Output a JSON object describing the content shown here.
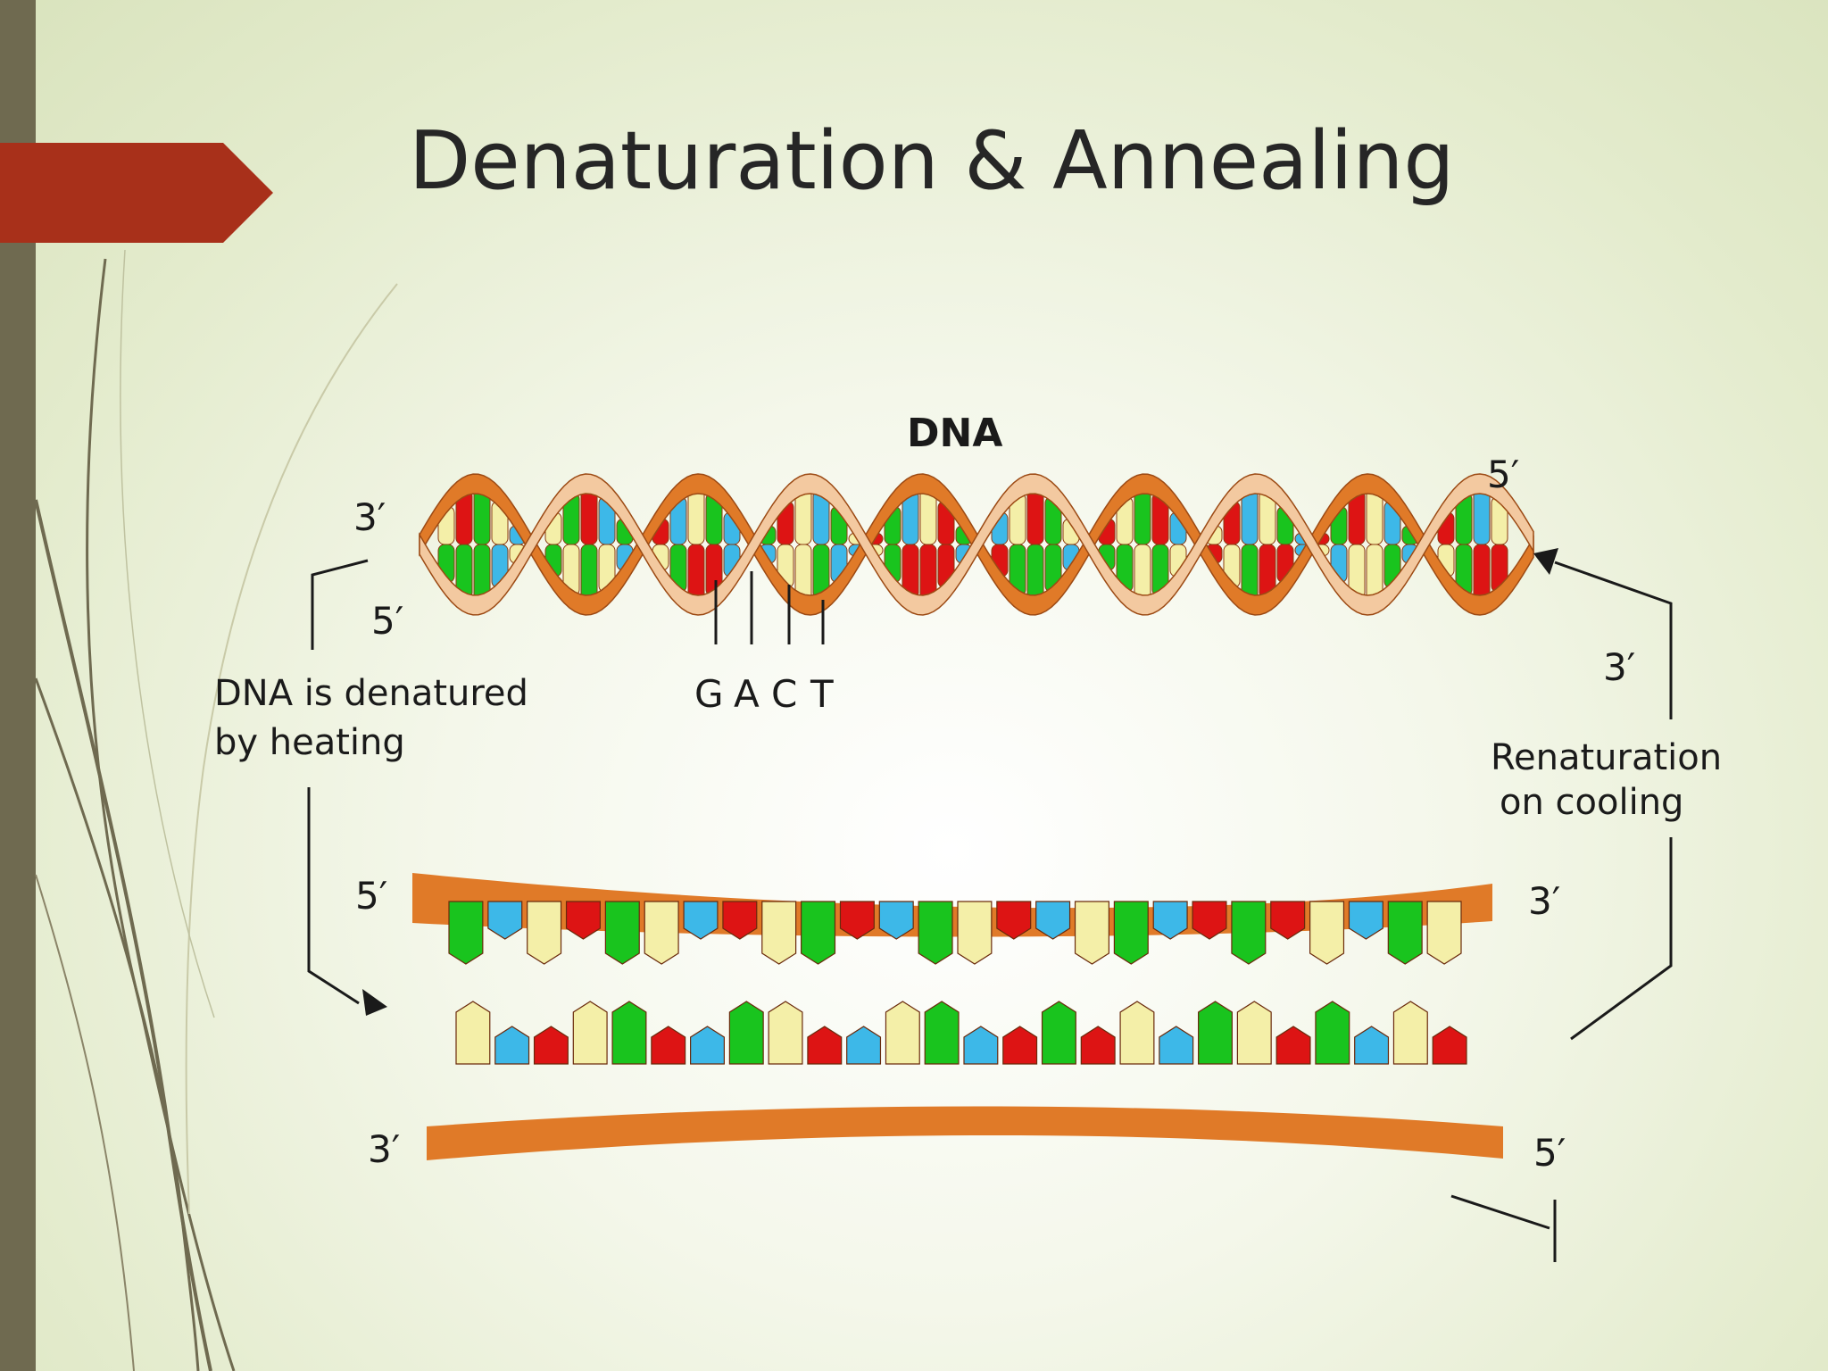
{
  "slide": {
    "title": "Denaturation & Annealing",
    "colors": {
      "accent": "#a8301a",
      "side_bar": "#6f6a50",
      "strand": "#e07a28",
      "strand_light": "#f3c9a0"
    }
  },
  "diagram": {
    "heading": "DNA",
    "helix_labels": {
      "top_left": "3′",
      "bottom_left": "5′",
      "top_right": "5′",
      "bottom_right": "3′"
    },
    "upper_strand_labels": {
      "left": "5′",
      "right": "3′"
    },
    "lower_strand_labels": {
      "left": "3′",
      "right": "5′"
    },
    "bases": [
      "G",
      "A",
      "C",
      "T"
    ],
    "base_colors": {
      "G": "#19c41e",
      "A": "#f4efa8",
      "C": "#3db8e8",
      "T": "#dd1414"
    },
    "left_caption": {
      "line1": "DNA is denatured",
      "line2": "by heating"
    },
    "right_caption": {
      "line1": "Renaturation",
      "line2": "on cooling"
    }
  }
}
